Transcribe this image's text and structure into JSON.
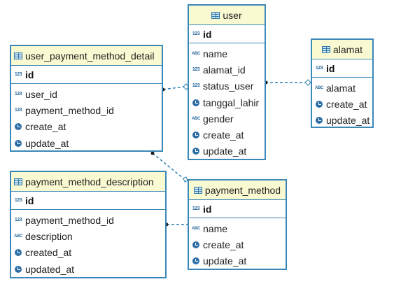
{
  "tables": {
    "user": {
      "name": "user",
      "pk": "id",
      "columns": [
        {
          "type": "abc",
          "name": "name"
        },
        {
          "type": "num",
          "name": "alamat_id"
        },
        {
          "type": "num",
          "name": "status_user"
        },
        {
          "type": "time",
          "name": "tanggal_lahir"
        },
        {
          "type": "abc",
          "name": "gender"
        },
        {
          "type": "time",
          "name": "create_at"
        },
        {
          "type": "time",
          "name": "update_at"
        }
      ]
    },
    "alamat": {
      "name": "alamat",
      "pk": "id",
      "columns": [
        {
          "type": "abc",
          "name": "alamat"
        },
        {
          "type": "time",
          "name": "create_at"
        },
        {
          "type": "time",
          "name": "update_at"
        }
      ]
    },
    "user_payment_method_detail": {
      "name": "user_payment_method_detail",
      "pk": "id",
      "columns": [
        {
          "type": "num",
          "name": "user_id"
        },
        {
          "type": "num",
          "name": "payment_method_id"
        },
        {
          "type": "time",
          "name": "create_at"
        },
        {
          "type": "time",
          "name": "update_at"
        }
      ]
    },
    "payment_method_description": {
      "name": "payment_method_description",
      "pk": "id",
      "columns": [
        {
          "type": "num",
          "name": "payment_method_id"
        },
        {
          "type": "abc",
          "name": "description"
        },
        {
          "type": "time",
          "name": "created_at"
        },
        {
          "type": "time",
          "name": "updated_at"
        }
      ]
    },
    "payment_method": {
      "name": "payment_method",
      "pk": "id",
      "columns": [
        {
          "type": "abc",
          "name": "name"
        },
        {
          "type": "time",
          "name": "create_at"
        },
        {
          "type": "time",
          "name": "update_at"
        }
      ]
    }
  },
  "icons": {
    "num": "123",
    "abc": "ABC",
    "pk": "123"
  },
  "colors": {
    "border": "#3a88b7",
    "header_bg": "#fafad2",
    "connector": "#2f7fb0"
  }
}
